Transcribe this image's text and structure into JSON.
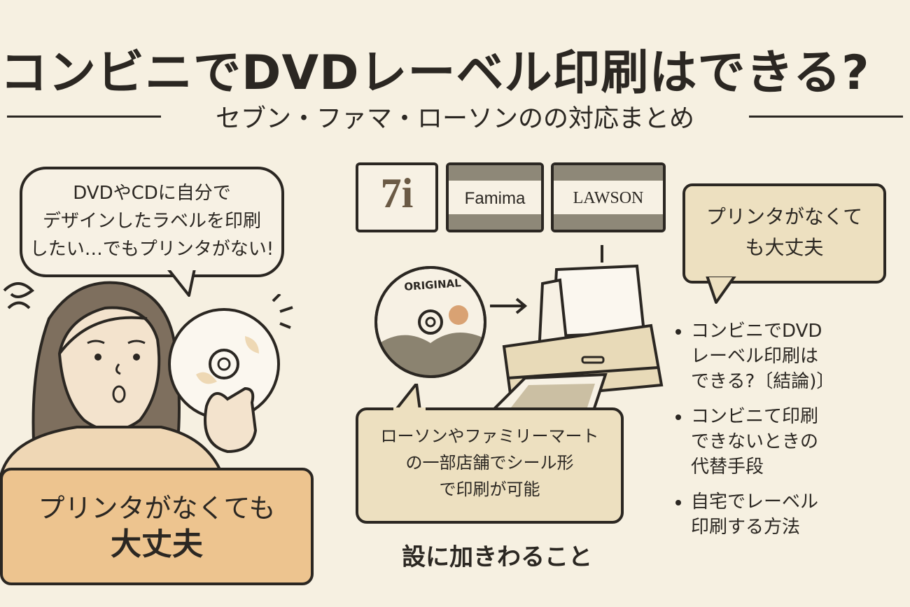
{
  "header": {
    "title": "コンビニでDVDレーベル印刷はできる?",
    "subtitle": "セブン・ファマ・ローソンのの対応まとめ"
  },
  "speech_bubble": {
    "lines": [
      "DVDやCDに自分で",
      "デザインしたラベルを印刷",
      "したい…でもプリンタがない!"
    ]
  },
  "logos": {
    "seven": "7i",
    "famima": "Famima",
    "lawson": "LAWSON"
  },
  "disc_label": "ORIGINAL",
  "right_bubble": {
    "lines": [
      "プリンタがなくて",
      "も大丈夫"
    ]
  },
  "left_box": {
    "lines": [
      "プリンタがなくても",
      "大丈夫"
    ]
  },
  "center_box": {
    "lines": [
      "ローソンやファミリーマート",
      "の一部店舗でシール形",
      "で印刷が可能"
    ]
  },
  "bottom_caption": "設に加きわること",
  "toc": [
    {
      "lines": [
        "コンビニでDVD",
        "レーベル印刷は",
        "できる?〔結論)〕"
      ]
    },
    {
      "lines": [
        "コンビニて印刷",
        "できないときの",
        "代替手段"
      ]
    },
    {
      "lines": [
        "自宅でレーベル",
        "印刷する方法"
      ]
    }
  ],
  "colors": {
    "background": "#f6f0e1",
    "ink": "#2b2722",
    "orange_box": "#edc48f",
    "beige_box": "#ede0c0",
    "printer": "#e8dab8"
  }
}
